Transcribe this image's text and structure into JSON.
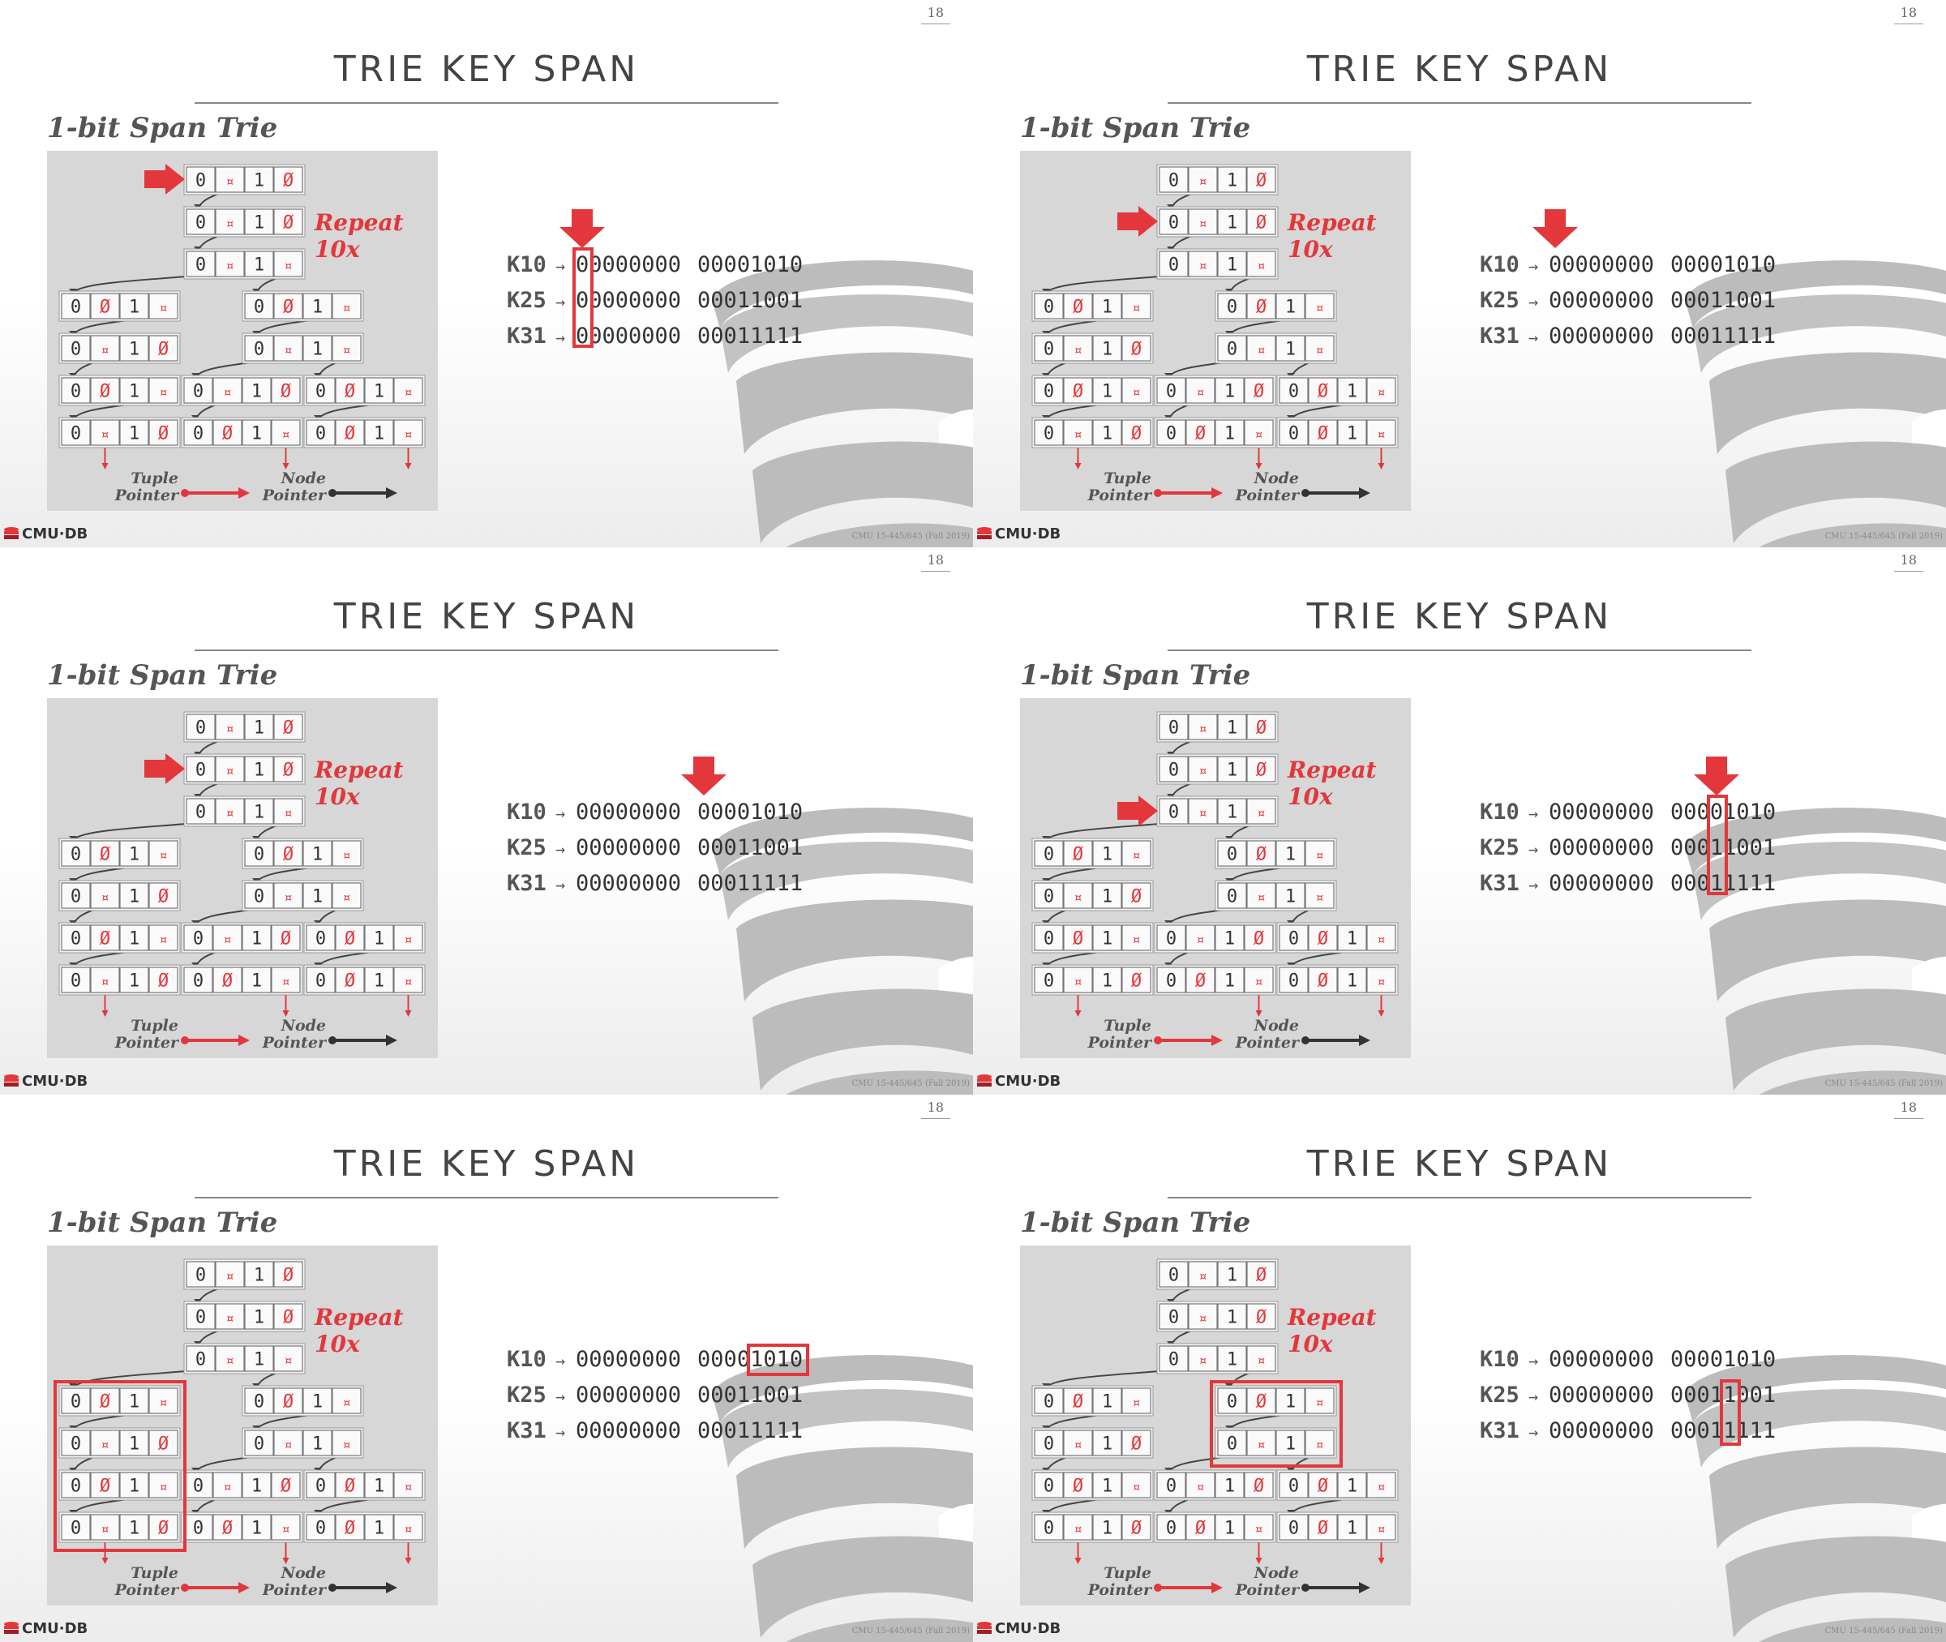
{
  "deck": {
    "slide_number": "18",
    "title": "TRIE KEY SPAN",
    "subtitle": "1-bit Span Trie",
    "repeat_label": "Repeat 10x",
    "legend": {
      "tuple_label": "Tuple Pointer",
      "node_label": "Node Pointer"
    },
    "footer": {
      "logo_text": "CMU·DB",
      "course": "CMU 15-445/645 (Fall 2019)"
    },
    "keys": [
      {
        "name": "K10",
        "arrow": "→",
        "high": "00000000",
        "low": "00001010"
      },
      {
        "name": "K25",
        "arrow": "→",
        "high": "00000000",
        "low": "00011001"
      },
      {
        "name": "K31",
        "arrow": "→",
        "high": "00000000",
        "low": "00011111"
      }
    ],
    "node_digits": {
      "zero": "0",
      "one": "1",
      "null": "Ø",
      "pointer": "¤"
    },
    "colors": {
      "accent": "#e3373c",
      "panel": "#d7d7d7",
      "text": "#444444",
      "logo_gray": "#bcbcbc"
    }
  },
  "slides": [
    {
      "label": "slide-1",
      "pointer_level": "root",
      "highlight": "first-bit-of-high-byte"
    },
    {
      "label": "slide-2",
      "pointer_level": "second-level",
      "highlight": "none"
    },
    {
      "label": "slide-3",
      "pointer_level": "second-level",
      "highlight": "none"
    },
    {
      "label": "slide-4",
      "pointer_level": "third-level",
      "highlight": "bit-4-of-low-byte"
    },
    {
      "label": "slide-5",
      "pointer_level": "none",
      "highlight": "last-four-bits-of-K10"
    },
    {
      "label": "slide-6",
      "pointer_level": "none",
      "highlight": "bit-5-of-K25-and-K31"
    }
  ]
}
